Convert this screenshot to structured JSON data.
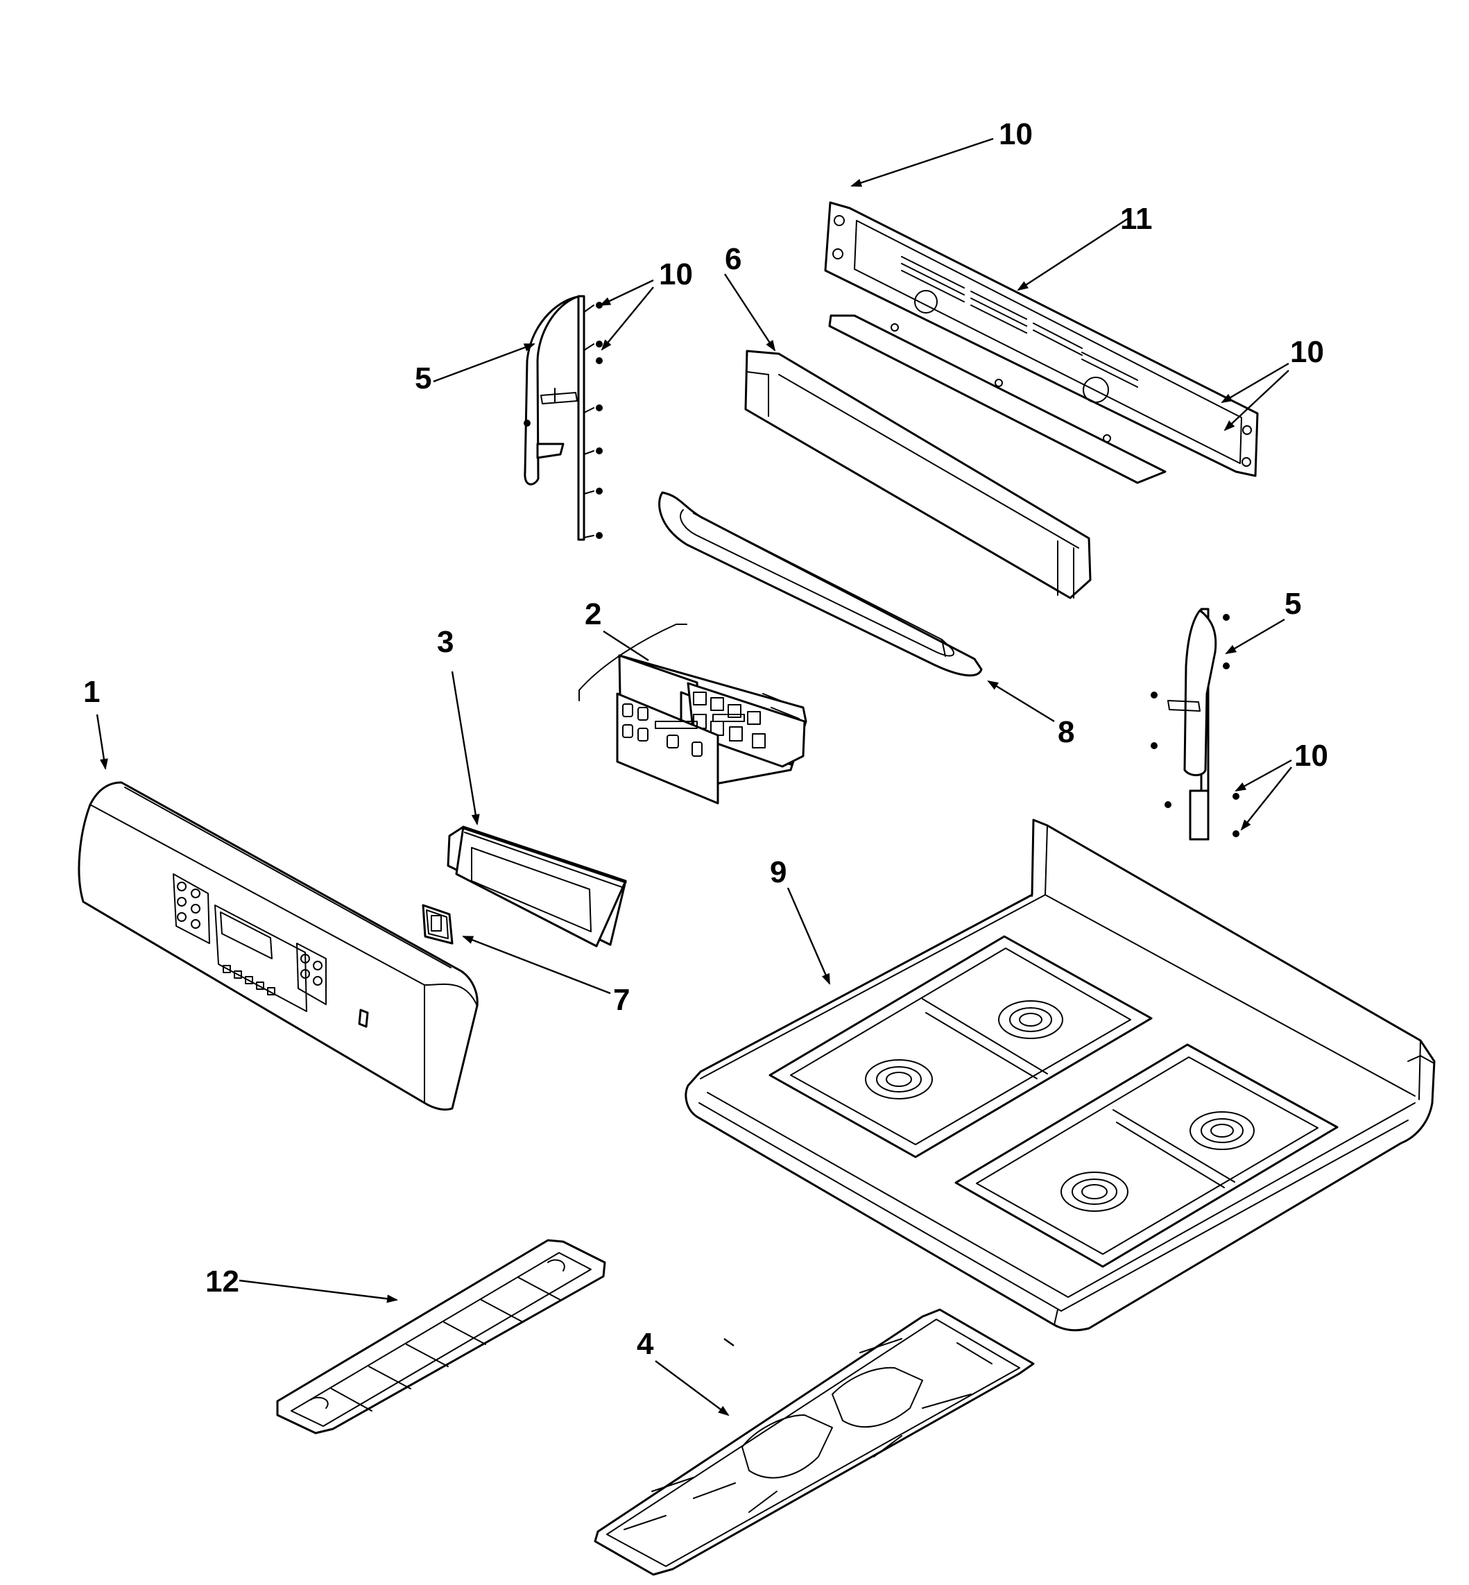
{
  "callouts": {
    "c1": "1",
    "c2": "2",
    "c3": "3",
    "c4": "4",
    "c5a": "5",
    "c5b": "5",
    "c6": "6",
    "c7": "7",
    "c8": "8",
    "c9": "9",
    "c10a": "10",
    "c10b": "10",
    "c10c": "10",
    "c10d": "10",
    "c11": "11",
    "c12": "12"
  }
}
